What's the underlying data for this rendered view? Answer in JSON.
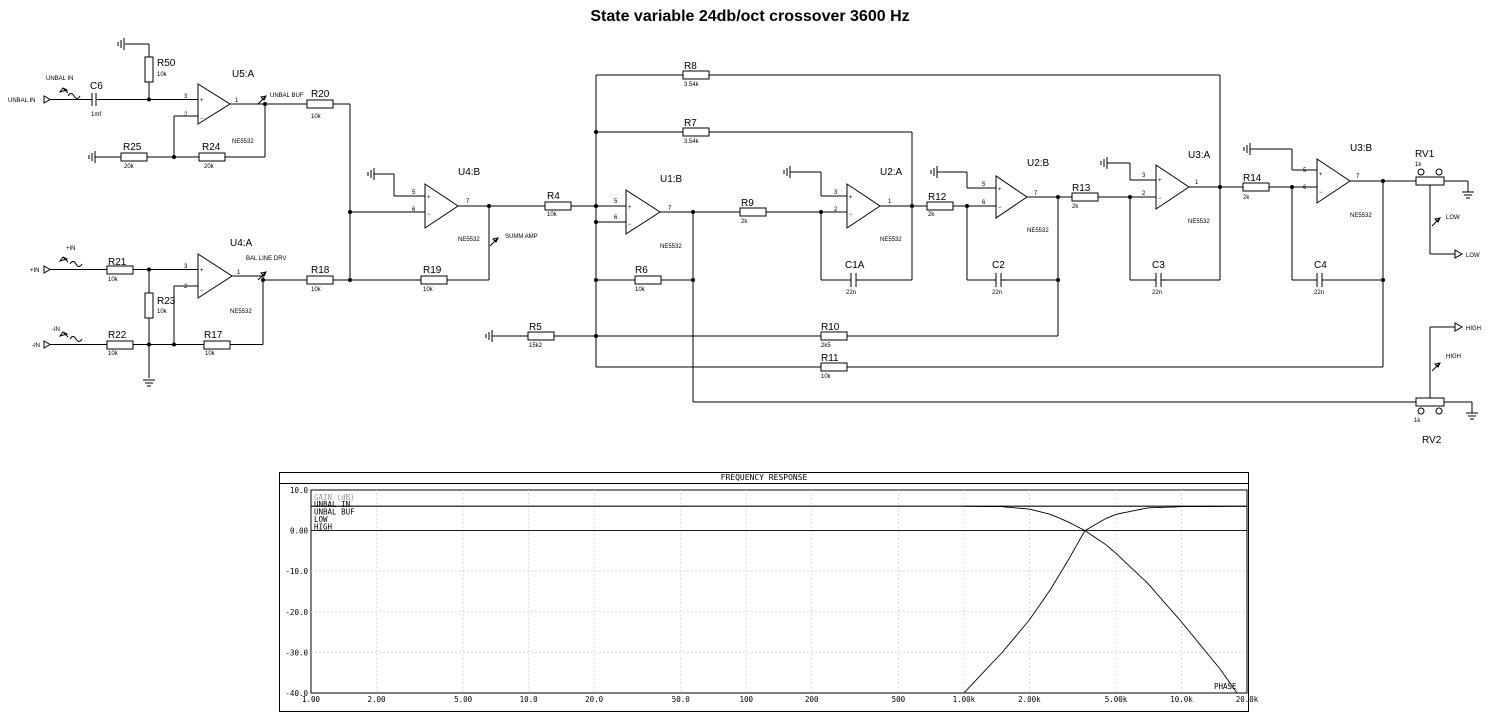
{
  "title": "State variable 24db/oct crossover 3600 Hz",
  "ports": {
    "unbal_in": "UNBAL IN",
    "pos_in": "+IN",
    "neg_in": "-IN",
    "low": "LOW",
    "high": "HIGH"
  },
  "probes": {
    "unbal_in": "UNBAL IN",
    "unbal_buf": "UNBAL BUF",
    "pos_in": "+IN",
    "neg_in": "-IN",
    "bal_line_drv": "BAL LINE DRV",
    "summ_amp": "SUMM AMP",
    "low": "LOW",
    "high": "HIGH"
  },
  "resistors": {
    "R50": {
      "ref": "R50",
      "value": "10k"
    },
    "R25": {
      "ref": "R25",
      "value": "20k"
    },
    "R24": {
      "ref": "R24",
      "value": "20k"
    },
    "R20": {
      "ref": "R20",
      "value": "10k"
    },
    "R21": {
      "ref": "R21",
      "value": "10k"
    },
    "R23": {
      "ref": "R23",
      "value": "10k"
    },
    "R22": {
      "ref": "R22",
      "value": "10k"
    },
    "R17": {
      "ref": "R17",
      "value": "10k"
    },
    "R18": {
      "ref": "R18",
      "value": "10k"
    },
    "R19": {
      "ref": "R19",
      "value": "10k"
    },
    "R4": {
      "ref": "R4",
      "value": "10k"
    },
    "R8": {
      "ref": "R8",
      "value": "3.54k"
    },
    "R7": {
      "ref": "R7",
      "value": "3.54k"
    },
    "R9": {
      "ref": "R9",
      "value": "2k"
    },
    "R6": {
      "ref": "R6",
      "value": "10k"
    },
    "R12": {
      "ref": "R12",
      "value": "2k"
    },
    "R13": {
      "ref": "R13",
      "value": "2k"
    },
    "R14": {
      "ref": "R14",
      "value": "2k"
    },
    "R5": {
      "ref": "R5",
      "value": "15k2"
    },
    "R10": {
      "ref": "R10",
      "value": "2k5"
    },
    "R11": {
      "ref": "R11",
      "value": "10k"
    }
  },
  "capacitors": {
    "C6": {
      "ref": "C6",
      "value": "1mf"
    },
    "C1A": {
      "ref": "C1A",
      "value": "22n"
    },
    "C2": {
      "ref": "C2",
      "value": "22n"
    },
    "C3": {
      "ref": "C3",
      "value": "22n"
    },
    "C4": {
      "ref": "C4",
      "value": "22n"
    }
  },
  "opamps": {
    "U5A": {
      "ref": "U5:A",
      "part": "NE5532"
    },
    "U4B": {
      "ref": "U4:B",
      "part": "NE5532"
    },
    "U4A": {
      "ref": "U4:A",
      "part": "NE5532"
    },
    "U1B": {
      "ref": "U1:B",
      "part": "NE5532"
    },
    "U2A": {
      "ref": "U2:A",
      "part": "NE5532"
    },
    "U2B": {
      "ref": "U2:B",
      "part": "NE5532"
    },
    "U3A": {
      "ref": "U3:A",
      "part": "NE5532"
    },
    "U3B": {
      "ref": "U3:B",
      "part": "NE5532"
    }
  },
  "pots": {
    "RV1": {
      "ref": "RV1",
      "value": "1k"
    },
    "RV2": {
      "ref": "RV2",
      "value": "1k"
    }
  },
  "chart_data": {
    "type": "line",
    "title": "FREQUENCY RESPONSE",
    "ylabel": "GAIN (dB)",
    "y_right_label": "PHASE",
    "x_scale": "log",
    "xlim": [
      1,
      20000
    ],
    "ylim": [
      -40,
      10
    ],
    "x_ticks": [
      1,
      2,
      5,
      10,
      20,
      50,
      100,
      200,
      500,
      1000,
      2000,
      5000,
      10000,
      20000
    ],
    "x_tick_labels": [
      "1.00",
      "2.00",
      "5.00",
      "10.0",
      "20.0",
      "50.0",
      "100",
      "200",
      "500",
      "1.00k",
      "2.00k",
      "5.00k",
      "10.0k",
      "20.0k"
    ],
    "y_ticks": [
      10,
      0,
      -10,
      -20,
      -30,
      -40
    ],
    "y_tick_labels": [
      "10.0",
      "0.00",
      "-10.0",
      "-20.0",
      "-30.0",
      "-40.0"
    ],
    "grid": true,
    "legend_position": "top-left",
    "series": [
      {
        "name": "UNBAL IN",
        "points": [
          [
            1,
            6.0
          ],
          [
            20000,
            6.0
          ]
        ]
      },
      {
        "name": "UNBAL BUF",
        "points": [
          [
            1,
            6.0
          ],
          [
            20000,
            6.0
          ]
        ]
      },
      {
        "name": "LOW",
        "points": [
          [
            1000,
            6.0
          ],
          [
            1500,
            5.9
          ],
          [
            2000,
            5.3
          ],
          [
            2500,
            4.0
          ],
          [
            3000,
            2.2
          ],
          [
            3600,
            0.0
          ],
          [
            4500,
            -3.5
          ],
          [
            5000,
            -5.6
          ],
          [
            7000,
            -13.0
          ],
          [
            10000,
            -22.5
          ],
          [
            15000,
            -34.0
          ],
          [
            18000,
            -40.0
          ]
        ]
      },
      {
        "name": "HIGH",
        "points": [
          [
            1000,
            -40.0
          ],
          [
            1500,
            -30.0
          ],
          [
            2000,
            -22.0
          ],
          [
            2500,
            -14.5
          ],
          [
            3000,
            -7.5
          ],
          [
            3600,
            0.0
          ],
          [
            4500,
            3.0
          ],
          [
            5000,
            4.0
          ],
          [
            7000,
            5.6
          ],
          [
            10000,
            5.9
          ],
          [
            20000,
            6.0
          ]
        ]
      },
      {
        "name": "",
        "points": [
          [
            1,
            0.0
          ],
          [
            20000,
            0.0
          ]
        ]
      }
    ]
  }
}
